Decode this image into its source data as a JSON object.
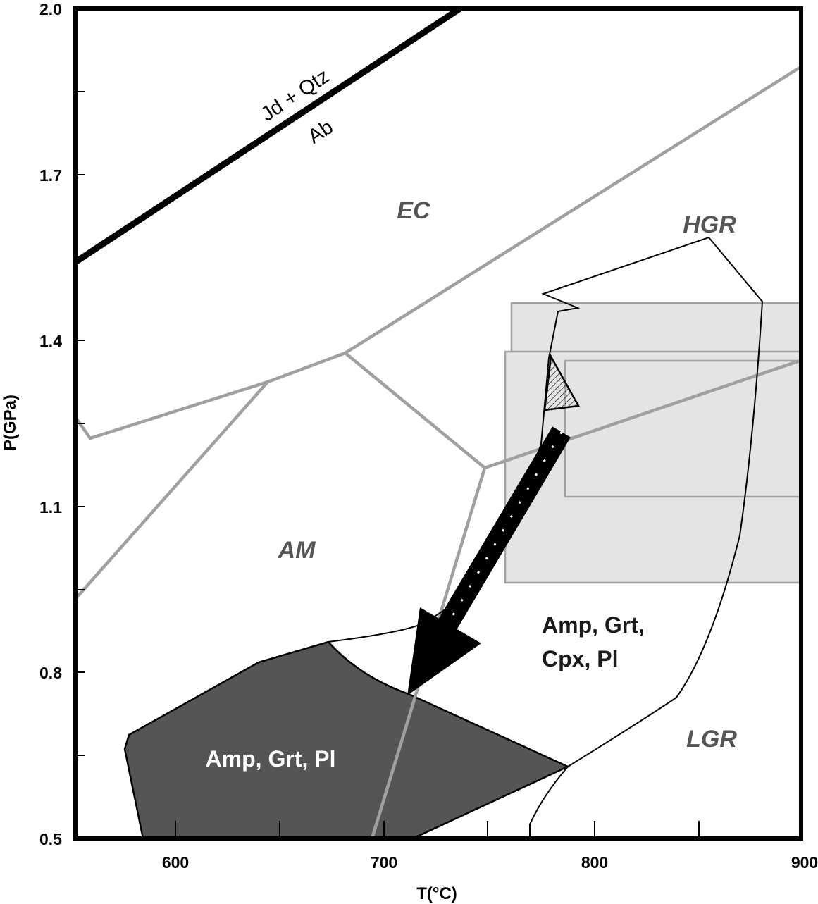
{
  "axes": {
    "x_title": "T(°C)",
    "y_title": "P(GPa)",
    "x_range": [
      550,
      900
    ],
    "y_range": [
      0.5,
      2.0
    ],
    "x_ticks": [
      "600",
      "700",
      "800",
      "900"
    ],
    "y_ticks": [
      "0.5",
      "0.8",
      "1.1",
      "1.4",
      "1.7",
      "2.0"
    ]
  },
  "fields": {
    "ec": "EC",
    "am": "AM",
    "hgr": "HGR",
    "lgr": "LGR"
  },
  "assemblages": {
    "amp_grt_pl": "Amp, Grt, Pl",
    "amp_grt_line1": "Amp, Grt,",
    "amp_grt_line2": "Cpx, Pl"
  },
  "reaction": {
    "upper": "Jd + Qtz",
    "lower": "Ab"
  },
  "colors": {
    "facies_boundary": "#a0a0a0",
    "shaded_field": "#555555",
    "box_fill": "#e4e4e4",
    "path_arrow": "#000000"
  }
}
